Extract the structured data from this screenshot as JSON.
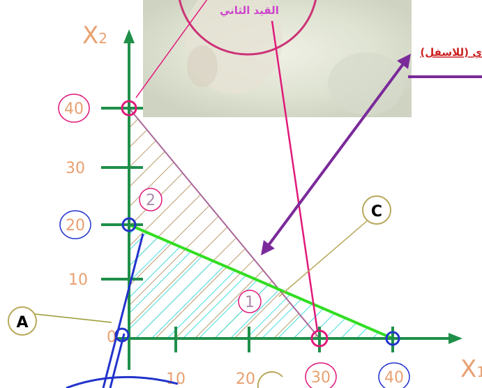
{
  "axes": {
    "x_label": "X",
    "x_sub": "1",
    "y_label": "X",
    "y_sub": "2"
  },
  "y_ticks": [
    "40",
    "30",
    "20",
    "10",
    "0"
  ],
  "x_ticks": [
    "10",
    "20",
    "30",
    "40"
  ],
  "markers": {
    "constraint_one": "1",
    "constraint_two": "2",
    "point_a": "A",
    "point_c": "C"
  },
  "annotations": {
    "second_constraint": "القيد الثاني",
    "lower_note": "ي (للاسفل)"
  },
  "colors": {
    "axes": "#1f8f4a",
    "tick_orange": "#e8a070",
    "line_1": "#33dd22",
    "line_2": "#aa6699",
    "hatch_1": "#44dddd",
    "hatch_2": "#b89a6a",
    "pink": "#e0197a",
    "blue": "#2233cc",
    "purple": "#7a2a9a"
  },
  "chart_data": {
    "type": "diagram",
    "x_axis": {
      "label": "X1",
      "ticks": [
        10,
        20,
        30,
        40
      ]
    },
    "y_axis": {
      "label": "X2",
      "ticks": [
        10,
        20,
        30,
        40
      ]
    },
    "lines": [
      {
        "marker": "1",
        "from": [
          0,
          20
        ],
        "to": [
          40,
          0
        ]
      },
      {
        "marker": "2",
        "from": [
          0,
          40
        ],
        "to": [
          30,
          0
        ]
      }
    ]
  }
}
